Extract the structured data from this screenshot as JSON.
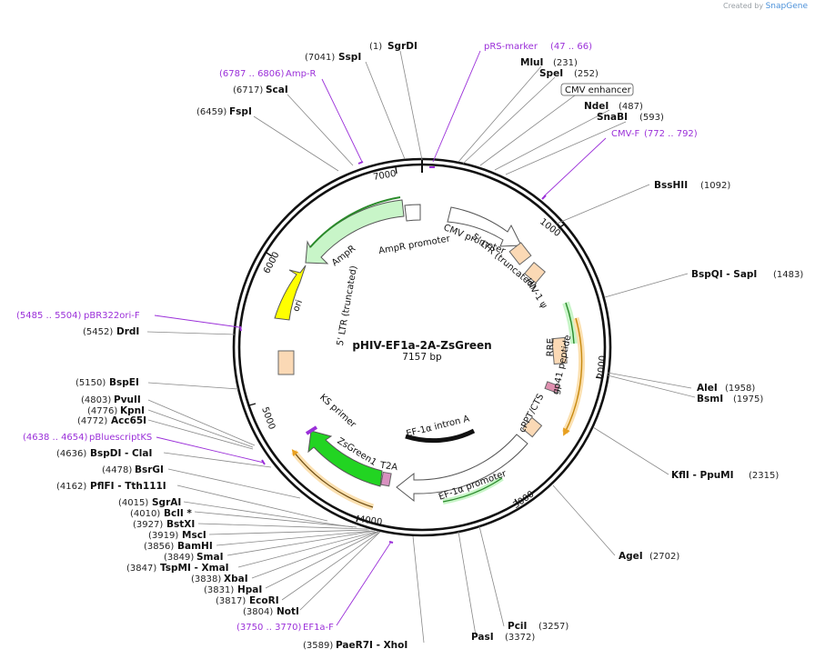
{
  "credit": {
    "prefix": "Created by",
    "brand": "SnapGene"
  },
  "plasmid": {
    "name": "pHIV-EF1a-2A-ZsGreen",
    "length": "7157 bp"
  },
  "ticks": [
    "1000",
    "2000",
    "3000",
    "4000",
    "5000",
    "6000",
    "7000"
  ],
  "features": {
    "ampr_promoter": "AmpR promoter",
    "ampr": "AmpR",
    "cmv_promoter": "CMV promoter",
    "ltr5": "5' LTR (truncated)",
    "hiv_psi": "HIV-1 ψ",
    "rre": "RRE",
    "gp41": "gp41 peptide",
    "cppt": "cPPT/CTS",
    "ef1a_promoter": "EF-1α promoter",
    "ef1a_intron": "EF-1α intron A",
    "t2a": "T2A",
    "zsgreen": "ZsGreen1",
    "ks_primer": "KS primer",
    "ltr3": "5' LTR (truncated)",
    "ori": "ori"
  },
  "sites": [
    {
      "pos": "(1)",
      "name": "SgrDI"
    },
    {
      "pos": "(7041)",
      "name": "SspI"
    },
    {
      "pos": "(6717)",
      "name": "ScaI"
    },
    {
      "pos": "(6459)",
      "name": "FspI"
    },
    {
      "pos": "(231)",
      "name": "MluI"
    },
    {
      "pos": "(252)",
      "name": "SpeI"
    },
    {
      "boxed": "CMV enhancer"
    },
    {
      "pos": "(487)",
      "name": "NdeI"
    },
    {
      "pos": "(593)",
      "name": "SnaBI"
    },
    {
      "pos": "(1092)",
      "name": "BssHII"
    },
    {
      "pos": "(1483)",
      "name": "BspQI - SapI"
    },
    {
      "pos": "(1958)",
      "name": "AleI"
    },
    {
      "pos": "(1975)",
      "name": "BsmI"
    },
    {
      "pos": "(2315)",
      "name": "KflI - PpuMI"
    },
    {
      "pos": "(2702)",
      "name": "AgeI"
    },
    {
      "pos": "(3257)",
      "name": "PciI"
    },
    {
      "pos": "(3372)",
      "name": "PasI"
    },
    {
      "pos": "(3589)",
      "name": "PaeR7I - XhoI"
    },
    {
      "pos": "(3804)",
      "name": "NotI"
    },
    {
      "pos": "(3817)",
      "name": "EcoRI"
    },
    {
      "pos": "(3831)",
      "name": "HpaI"
    },
    {
      "pos": "(3838)",
      "name": "XbaI"
    },
    {
      "pos": "(3847)",
      "name": "TspMI - XmaI"
    },
    {
      "pos": "(3849)",
      "name": "SmaI"
    },
    {
      "pos": "(3856)",
      "name": "BamHI"
    },
    {
      "pos": "(3919)",
      "name": "MscI"
    },
    {
      "pos": "(3927)",
      "name": "BstXI"
    },
    {
      "pos": "(4010)",
      "name": "BclI *"
    },
    {
      "pos": "(4015)",
      "name": "SgrAI"
    },
    {
      "pos": "(4162)",
      "name": "PflFI - Tth111I"
    },
    {
      "pos": "(4478)",
      "name": "BsrGI"
    },
    {
      "pos": "(4636)",
      "name": "BspDI - ClaI"
    },
    {
      "pos": "(4772)",
      "name": "Acc65I"
    },
    {
      "pos": "(4776)",
      "name": "KpnI"
    },
    {
      "pos": "(4803)",
      "name": "PvuII"
    },
    {
      "pos": "(5150)",
      "name": "BspEI"
    },
    {
      "pos": "(5452)",
      "name": "DrdI"
    }
  ],
  "primers": [
    {
      "name": "pRS-marker",
      "range": "(47 .. 66)"
    },
    {
      "name": "Amp-R",
      "range": "(6787 .. 6806)"
    },
    {
      "name": "CMV-F",
      "range": "(772 .. 792)"
    },
    {
      "name": "pBR322ori-F",
      "range": "(5485 .. 5504)"
    },
    {
      "name": "pBluescriptKS",
      "range": "(4638 .. 4654)"
    },
    {
      "name": "EF1a-F",
      "range": "(3750 .. 3770)"
    }
  ],
  "colors": {
    "green_light": "#c8f5c8",
    "green": "#22d422",
    "yellow": "#ffff00",
    "peach": "#fbd9b5",
    "primer": "#9b30d9",
    "orange": "#e8a020"
  }
}
